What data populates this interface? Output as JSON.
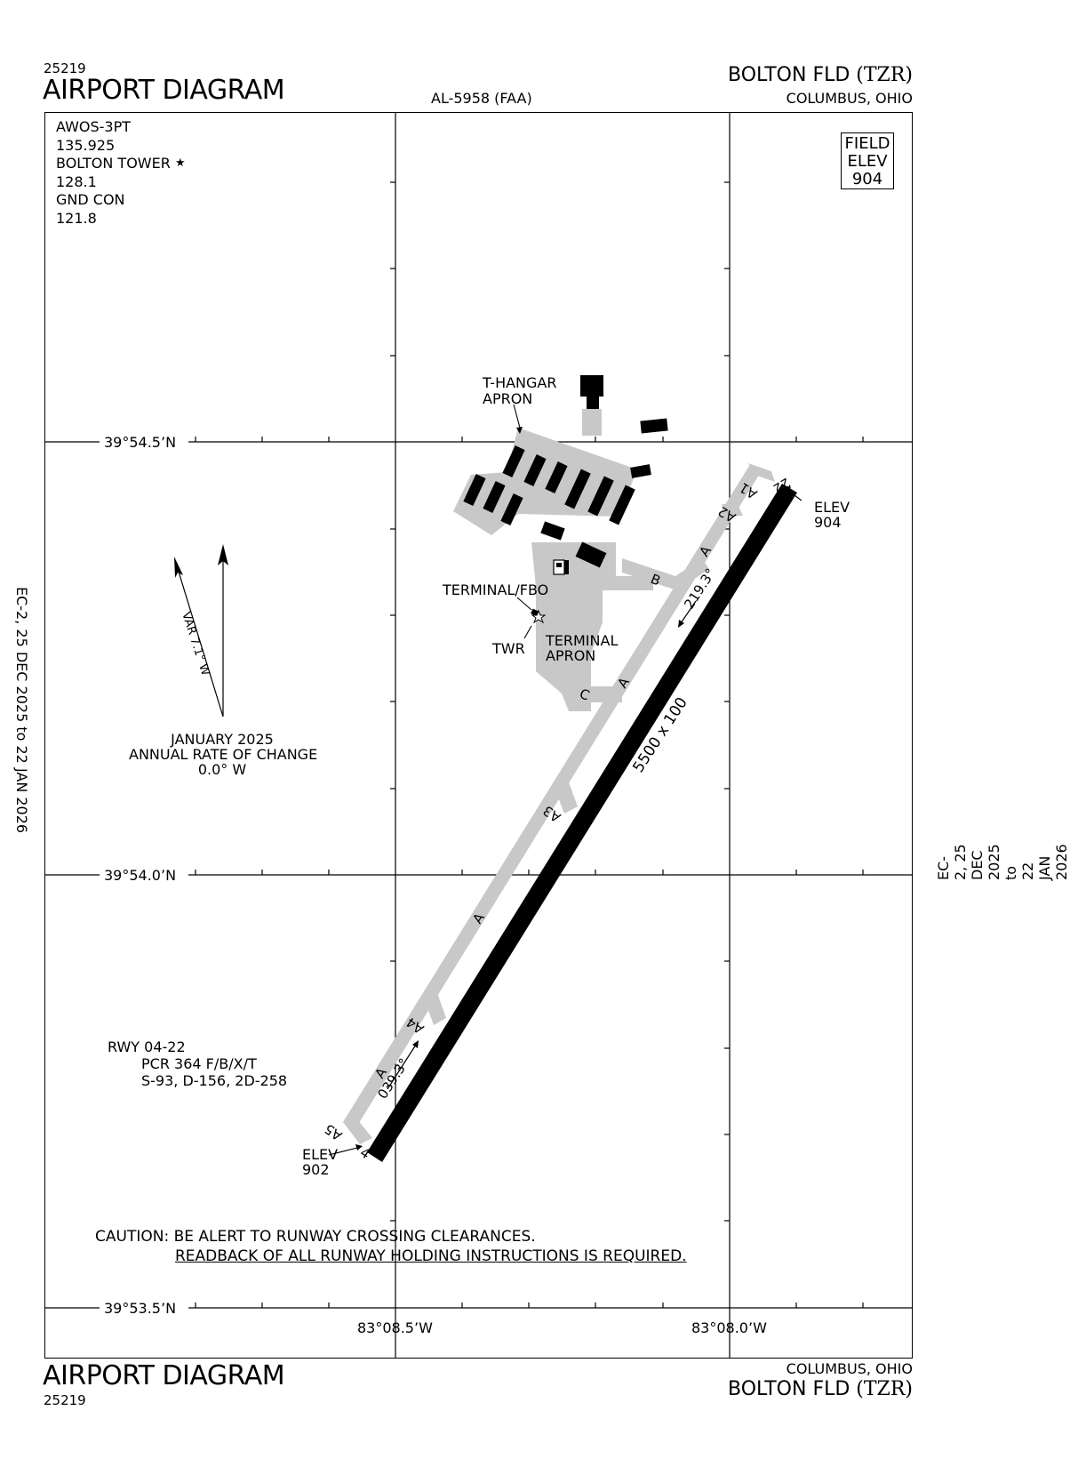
{
  "header": {
    "code_top": "25219",
    "title_top": "AIRPORT DIAGRAM",
    "al_number": "AL-5958 (FAA)",
    "airport_name_top": "BOLTON FLD",
    "airport_id_top": "(TZR)",
    "city_top": "COLUMBUS, OHIO"
  },
  "footer": {
    "title_bottom": "AIRPORT DIAGRAM",
    "code_bottom": "25219",
    "city_bottom": "COLUMBUS, OHIO",
    "airport_name_bottom": "BOLTON FLD",
    "airport_id_bottom": "(TZR)"
  },
  "side": {
    "left_text": "EC-2,  25 DEC 2025  to  22 JAN 2026",
    "right_text": "EC-2,  25 DEC 2025  to  22 JAN 2026"
  },
  "comms": {
    "awos_label": "AWOS-3PT",
    "awos_freq": "135.925",
    "tower_label": "BOLTON TOWER",
    "tower_star": "★",
    "tower_freq": "128.1",
    "gnd_label": "GND CON",
    "gnd_freq": "121.8"
  },
  "field_elev": {
    "line1": "FIELD",
    "line2": "ELEV",
    "value": "904"
  },
  "grid": {
    "lat_top": "39°54.5’N",
    "lat_mid": "39°54.0’N",
    "lat_bottom": "39°53.5’N",
    "lon_left": "83°08.5’W",
    "lon_right": "83°08.0’W"
  },
  "magnetic": {
    "var_label": "VAR 7.1° W",
    "date": "JANUARY 2025",
    "rate_label": "ANNUAL RATE OF CHANGE",
    "rate_value": "0.0° W"
  },
  "runway": {
    "dimensions": "5500 x 100",
    "heading_ne": "039.3°",
    "heading_sw": "219.3°",
    "end_ne": "22",
    "end_sw": "4",
    "elev_ne_label": "ELEV",
    "elev_ne_value": "904",
    "elev_sw_label": "ELEV",
    "elev_sw_value": "902"
  },
  "taxiways": {
    "a": "A",
    "a1": "A1",
    "a2": "A2",
    "a3": "A3",
    "a4": "A4",
    "a5": "A5",
    "b": "B",
    "c": "C"
  },
  "labels": {
    "t_hangar_1": "T-HANGAR",
    "t_hangar_2": "APRON",
    "terminal_fbo": "TERMINAL/FBO",
    "twr": "TWR",
    "terminal_apron_1": "TERMINAL",
    "terminal_apron_2": "APRON"
  },
  "rwy_info": {
    "rwy": "RWY 04-22",
    "pcr": "PCR 364 F/B/X/T",
    "weights": "S-93, D-156, 2D-258"
  },
  "caution": {
    "line1": "CAUTION: BE ALERT TO RUNWAY CROSSING CLEARANCES.",
    "line2": "READBACK OF ALL RUNWAY HOLDING INSTRUCTIONS IS REQUIRED."
  },
  "colors": {
    "pavement": "#c8c8c8",
    "runway": "#000000",
    "building": "#000000"
  }
}
